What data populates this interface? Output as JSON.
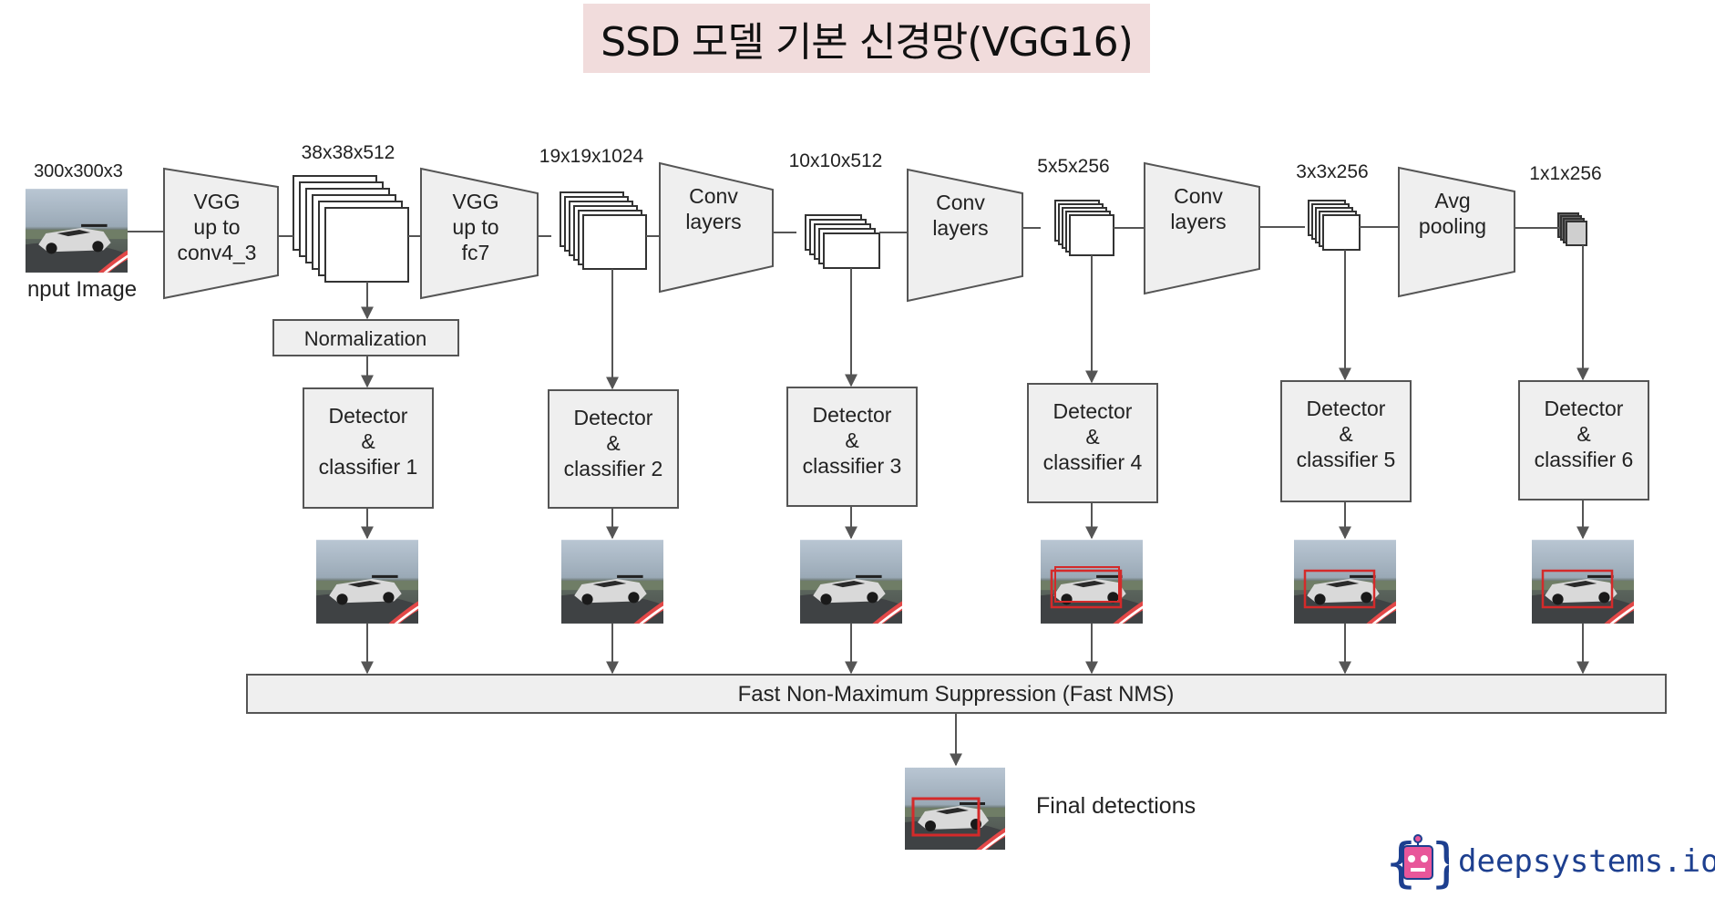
{
  "title": "SSD 모델 기본 신경망(VGG16)",
  "input": {
    "dims": "300x300x3",
    "label": "nput Image"
  },
  "trapezoids": [
    {
      "lines": [
        "VGG",
        "up to",
        "conv4_3"
      ]
    },
    {
      "lines": [
        "VGG",
        "up to",
        "fc7"
      ]
    },
    {
      "lines": [
        "Conv",
        "layers"
      ]
    },
    {
      "lines": [
        "Conv",
        "layers"
      ]
    },
    {
      "lines": [
        "Conv",
        "layers"
      ]
    },
    {
      "lines": [
        "Avg",
        "pooling"
      ]
    }
  ],
  "feature_maps": [
    {
      "dims": "38x38x512"
    },
    {
      "dims": "19x19x1024"
    },
    {
      "dims": "10x10x512"
    },
    {
      "dims": "5x5x256"
    },
    {
      "dims": "3x3x256"
    },
    {
      "dims": "1x1x256"
    }
  ],
  "normalization": "Normalization",
  "detectors": [
    {
      "lines": [
        "Detector",
        "&",
        "classifier 1"
      ]
    },
    {
      "lines": [
        "Detector",
        "&",
        "classifier 2"
      ]
    },
    {
      "lines": [
        "Detector",
        "&",
        "classifier 3"
      ]
    },
    {
      "lines": [
        "Detector",
        "&",
        "classifier 4"
      ]
    },
    {
      "lines": [
        "Detector",
        "&",
        "classifier 5"
      ]
    },
    {
      "lines": [
        "Detector",
        "&",
        "classifier 6"
      ]
    }
  ],
  "nms_label": "Fast Non-Maximum Suppression (Fast NMS)",
  "final_label": "Final detections",
  "brand": "deepsystems.io",
  "colors": {
    "title_bg": "#f1dcdc",
    "box_fill": "#efefef",
    "box_stroke": "#555555",
    "line": "#555555",
    "detection_box": "#d42a2a",
    "brand": "#1d3f8f",
    "logo_pink": "#e8569a"
  }
}
